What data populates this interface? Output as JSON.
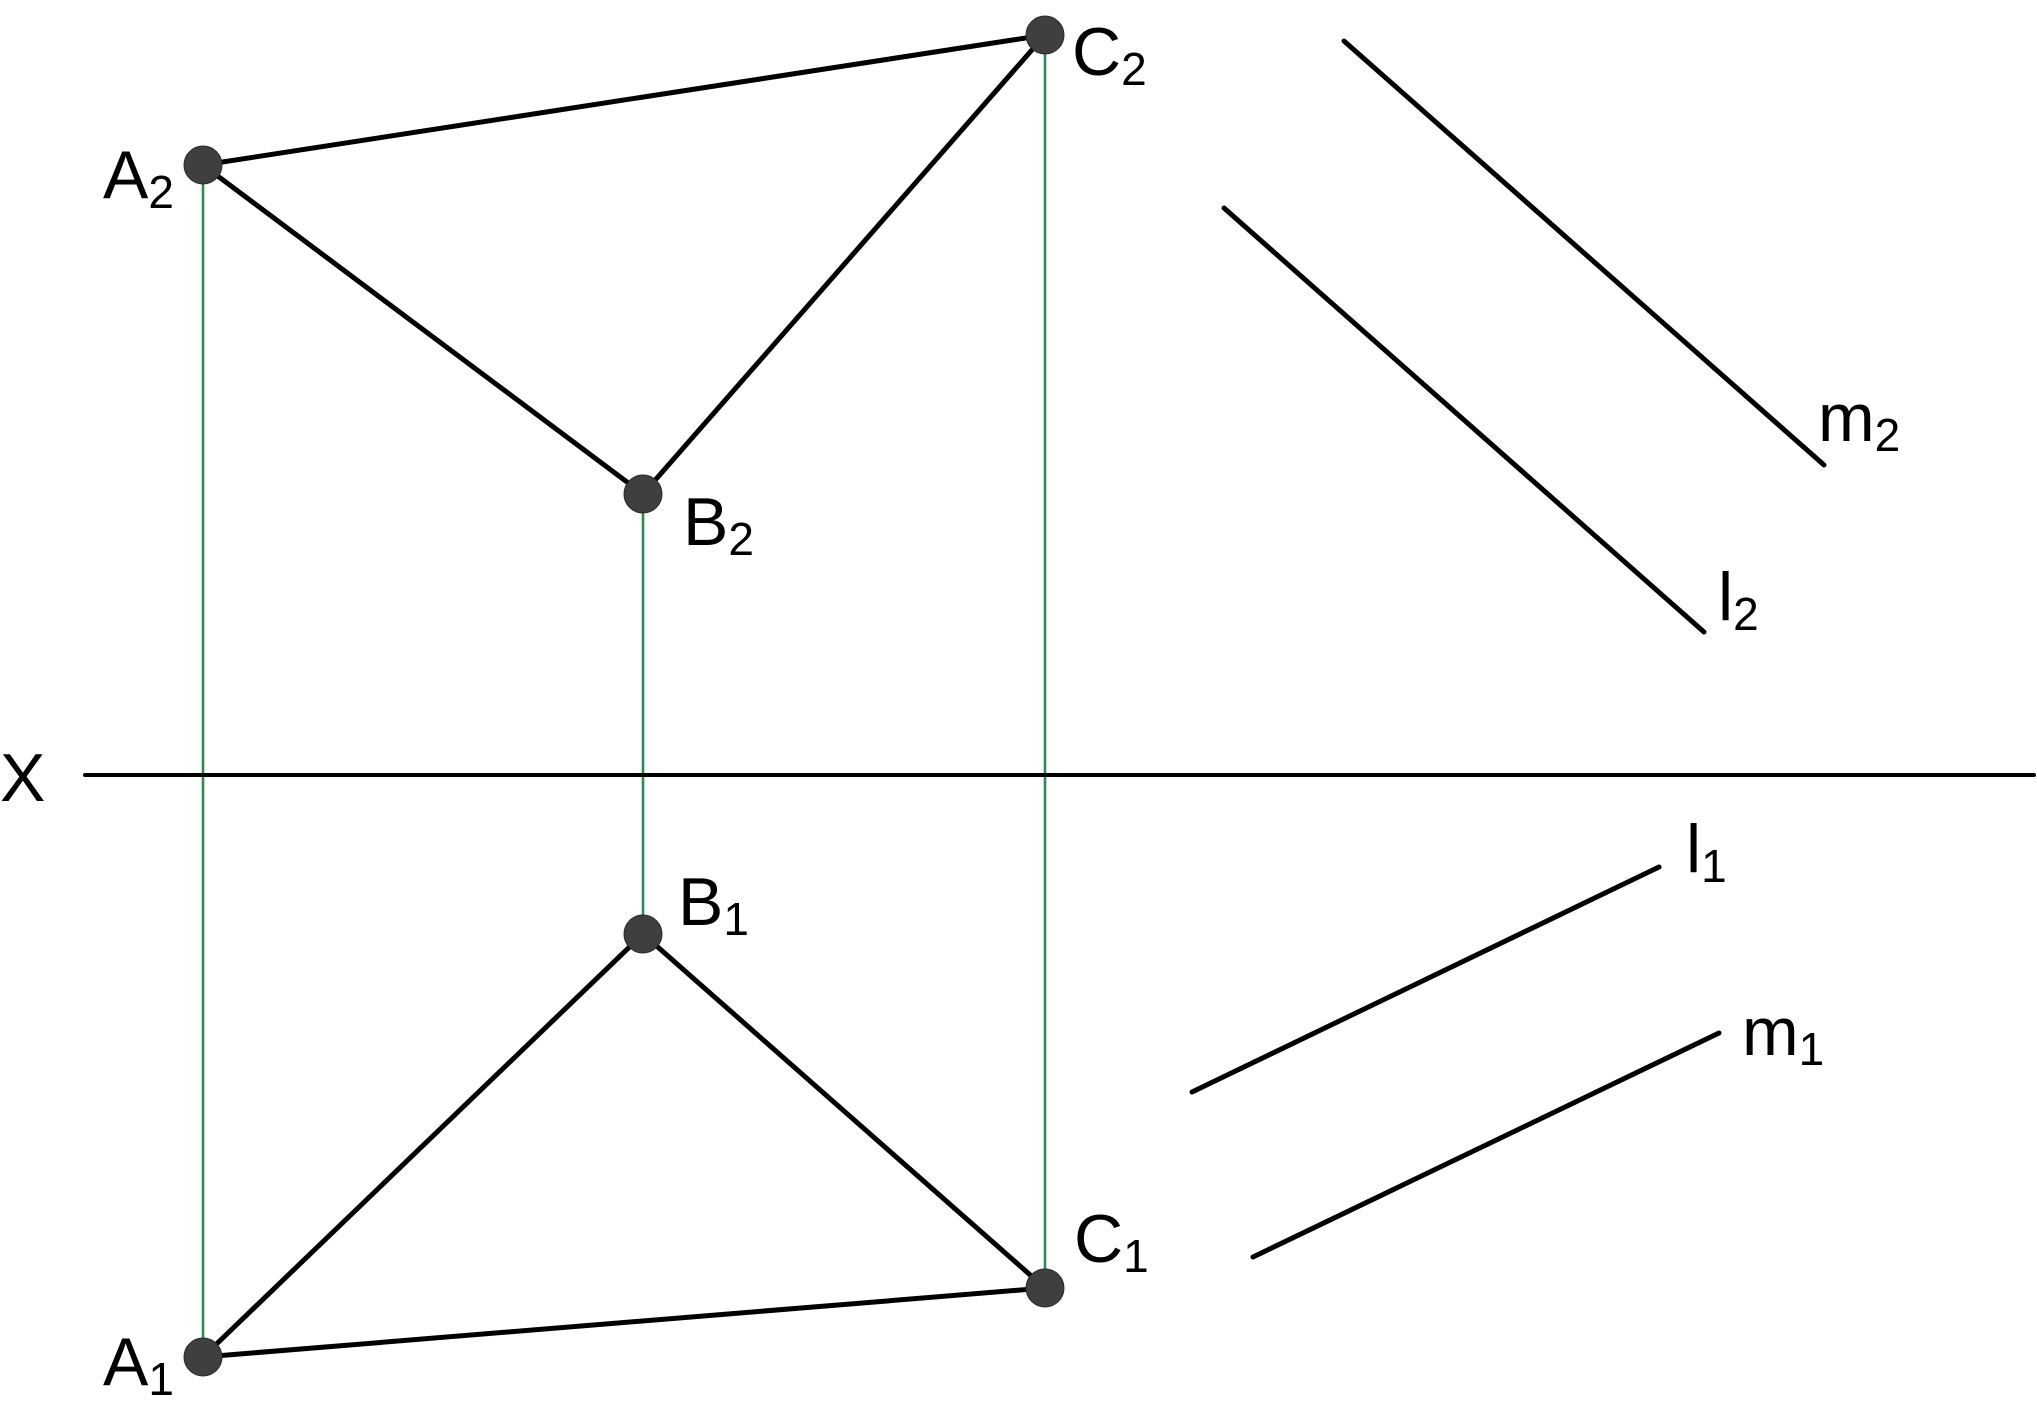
{
  "axis": {
    "label": "X"
  },
  "points": [
    {
      "id": "A2",
      "letter": "A",
      "index": "2"
    },
    {
      "id": "B2",
      "letter": "B",
      "index": "2"
    },
    {
      "id": "C2",
      "letter": "C",
      "index": "2"
    },
    {
      "id": "A1",
      "letter": "A",
      "index": "1"
    },
    {
      "id": "B1",
      "letter": "B",
      "index": "1"
    },
    {
      "id": "C1",
      "letter": "C",
      "index": "1"
    }
  ],
  "lines": [
    {
      "id": "m2",
      "letter": "m",
      "index": "2"
    },
    {
      "id": "l2",
      "letter": "l",
      "index": "2"
    },
    {
      "id": "l1",
      "letter": "l",
      "index": "1"
    },
    {
      "id": "m1",
      "letter": "m",
      "index": "1"
    }
  ],
  "colors": {
    "line": "#000000",
    "projection_link": "#2e8b57",
    "point": "#3f3f3f"
  }
}
